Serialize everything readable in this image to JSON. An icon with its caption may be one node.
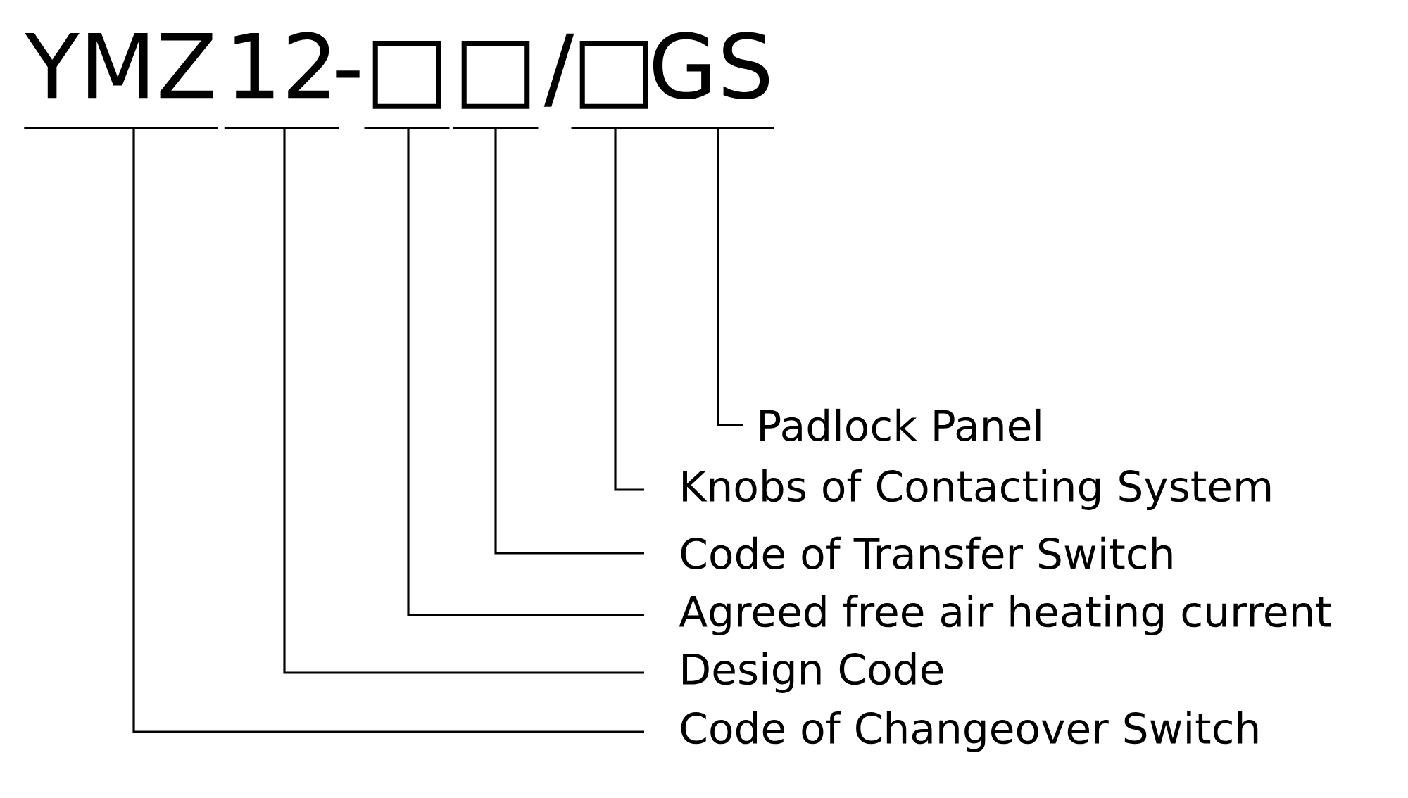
{
  "diagram": {
    "nodes": [
      {
        "text": [
          "YMZ"
        ]
      },
      {
        "text": [
          "12"
        ]
      },
      {
        "text": [
          "□"
        ]
      },
      {
        "text": [
          "□"
        ]
      },
      {
        "text": [
          "□"
        ]
      },
      {
        "text": [
          "GS"
        ]
      },
      {
        "text": [
          "Padlock Panel"
        ]
      },
      {
        "text": [
          "Knobs of Contacting System"
        ]
      },
      {
        "text": [
          "Code of Transfer Switch"
        ]
      },
      {
        "text": [
          "Agreed free air heating current"
        ]
      },
      {
        "text": [
          "Design Code"
        ]
      },
      {
        "text": [
          "Code of Changeover Switch"
        ]
      }
    ],
    "edges": [
      {
        "from": 5,
        "to": 6,
        "arrow": "none"
      },
      {
        "from": 4,
        "to": 7,
        "arrow": "none"
      },
      {
        "from": 3,
        "to": 8,
        "arrow": "none"
      },
      {
        "from": 2,
        "to": 9,
        "arrow": "none"
      },
      {
        "from": 1,
        "to": 10,
        "arrow": "none"
      },
      {
        "from": 0,
        "to": 11,
        "arrow": "none"
      }
    ],
    "labels": [
      "-",
      "/"
    ]
  }
}
